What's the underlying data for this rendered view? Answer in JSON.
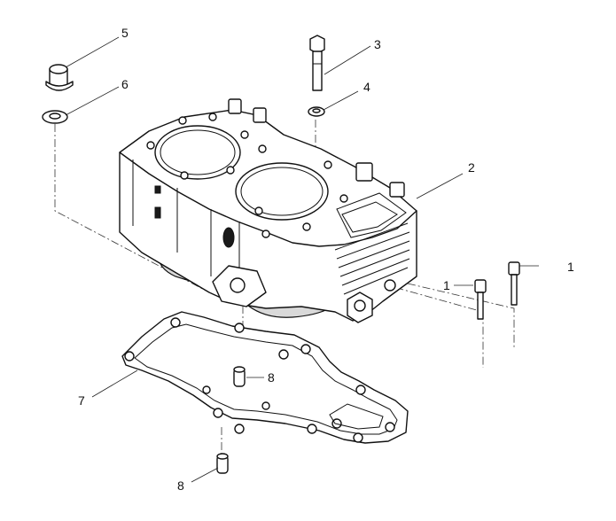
{
  "diagram": {
    "callouts": [
      {
        "id": "c1a",
        "label": "1"
      },
      {
        "id": "c1b",
        "label": "1"
      },
      {
        "id": "c2",
        "label": "2"
      },
      {
        "id": "c3",
        "label": "3"
      },
      {
        "id": "c4",
        "label": "4"
      },
      {
        "id": "c5",
        "label": "5"
      },
      {
        "id": "c6",
        "label": "6"
      },
      {
        "id": "c7",
        "label": "7"
      },
      {
        "id": "c8a",
        "label": "8"
      },
      {
        "id": "c8b",
        "label": "8"
      }
    ]
  }
}
